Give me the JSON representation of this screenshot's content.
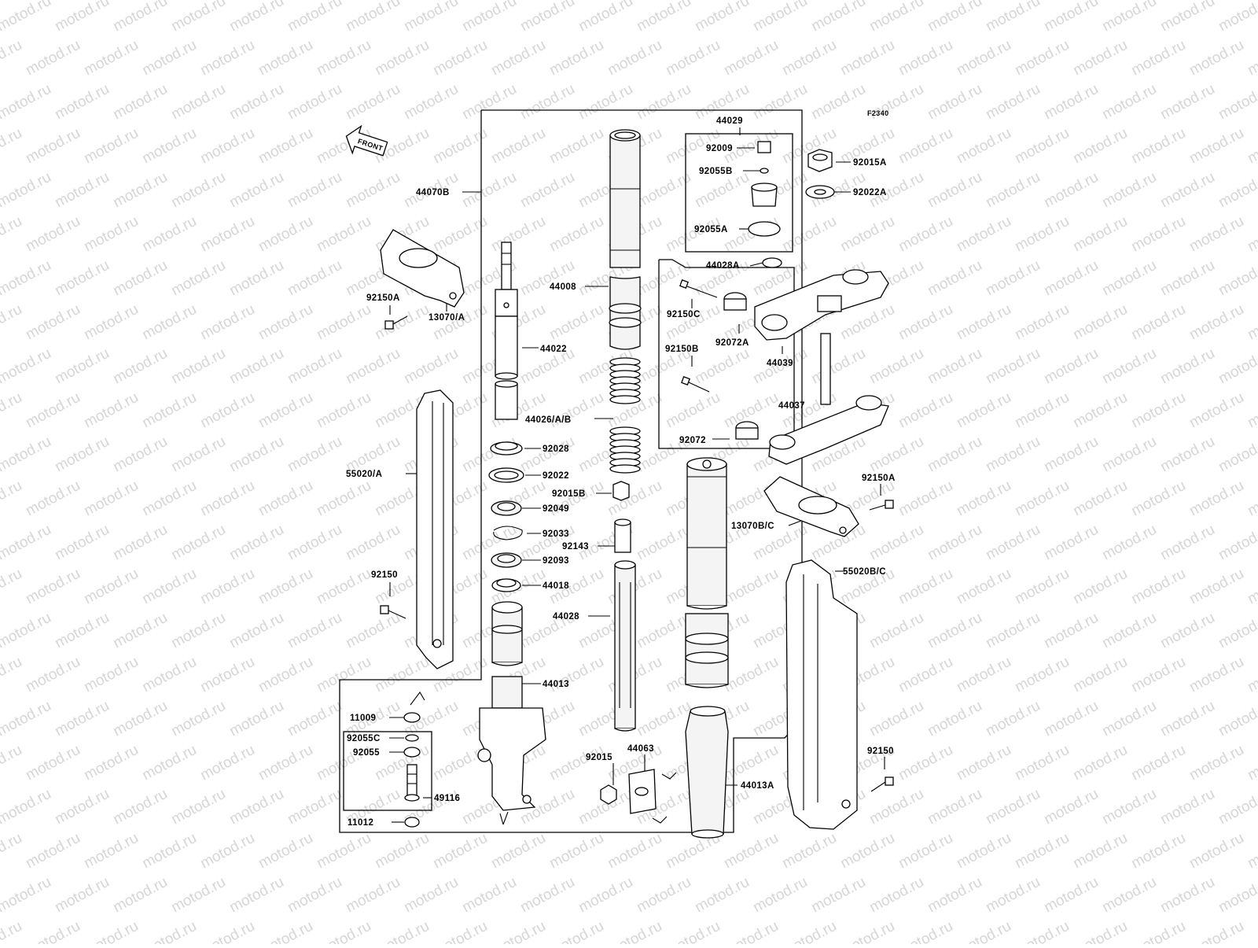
{
  "diagram": {
    "code": "F2340",
    "front_label": "FRONT",
    "watermark": "motod.ru",
    "labels": {
      "p44029": "44029",
      "p92009": "92009",
      "p92055B": "92055B",
      "p92055A": "92055A",
      "p44028A": "44028A",
      "p92015A_top": "92015A",
      "p92022A": "92022A",
      "p44070B": "44070B",
      "p92150A_left": "92150A",
      "p13070A": "13070/A",
      "p44008": "44008",
      "p44022": "44022",
      "p44026": "44026/A/B",
      "p92028": "92028",
      "p92022": "92022",
      "p92015B": "92015B",
      "p92049": "92049",
      "p92033": "92033",
      "p92143": "92143",
      "p92093": "92093",
      "p44018": "44018",
      "p44028": "44028",
      "p44013": "44013",
      "p55020A": "55020/A",
      "p92150_left": "92150",
      "p92150C": "92150C",
      "p92072A": "92072A",
      "p44039": "44039",
      "p92150B": "92150B",
      "p44037": "44037",
      "p92072": "92072",
      "p92150A_right": "92150A",
      "p13070BC": "13070B/C",
      "p55020BC": "55020B/C",
      "p92150_right": "92150",
      "p11009": "11009",
      "p92055C": "92055C",
      "p92055": "92055",
      "p49116": "49116",
      "p11012": "11012",
      "p92015": "92015",
      "p44063": "44063",
      "p44013A": "44013A"
    }
  }
}
